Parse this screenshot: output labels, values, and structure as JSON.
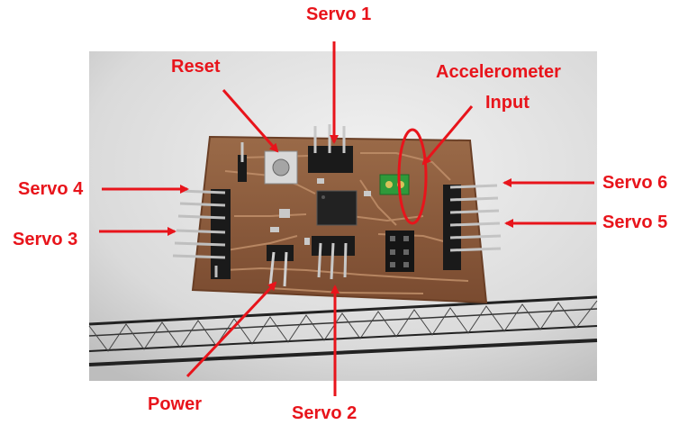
{
  "annotation_color": "#e8141b",
  "labels": {
    "servo1": "Servo 1",
    "reset": "Reset",
    "accelerometer_line1": "Accelerometer",
    "accelerometer_line2": "Input",
    "servo4": "Servo 4",
    "servo3": "Servo 3",
    "servo6": "Servo 6",
    "servo5": "Servo 5",
    "power": "Power",
    "servo2": "Servo 2"
  },
  "photo": {
    "subject": "circuit-board-photo",
    "board_color": "#8a5a3c",
    "background_color": "#dcdcdc"
  }
}
